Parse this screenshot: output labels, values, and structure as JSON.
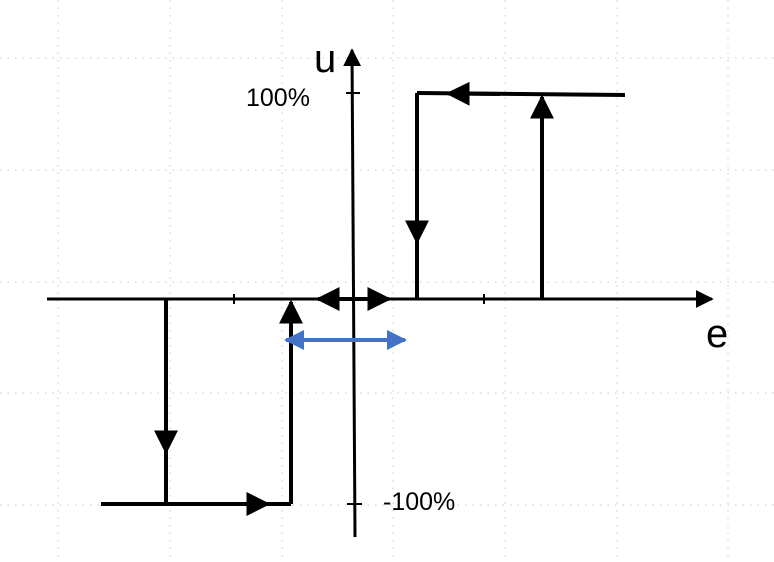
{
  "diagram": {
    "axes": {
      "horizontal_label": "e",
      "vertical_label": "u"
    },
    "tick_labels": {
      "upper": "100%",
      "lower": "-100%"
    },
    "colors": {
      "ink": "#000000",
      "highlight_arrow": "#4472C4",
      "grid": "#c8c8c8"
    },
    "description_elements": [
      "hysteresis-relay-characteristic",
      "double-headed-arrow-on-axis",
      "blue-double-headed-arrow"
    ]
  }
}
